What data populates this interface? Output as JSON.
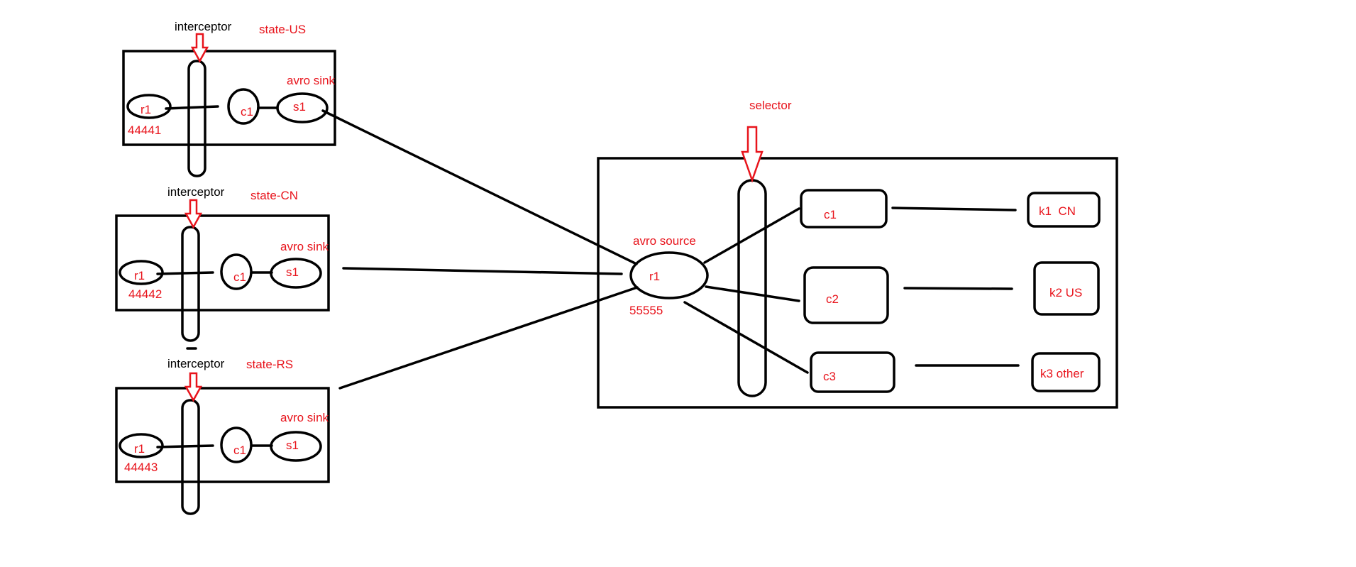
{
  "agents": [
    {
      "interceptor": "interceptor",
      "state": "state-US",
      "sink_label": "avro sink",
      "source": "r1",
      "port": "44441",
      "channel": "c1",
      "sink": "s1"
    },
    {
      "interceptor": "interceptor",
      "state": "state-CN",
      "sink_label": "avro sink",
      "source": "r1",
      "port": "44442",
      "channel": "c1",
      "sink": "s1"
    },
    {
      "interceptor": "interceptor",
      "state": "state-RS",
      "sink_label": "avro sink",
      "source": "r1",
      "port": "44443",
      "channel": "c1",
      "sink": "s1"
    }
  ],
  "collector": {
    "selector": "selector",
    "source_label": "avro source",
    "source": "r1",
    "port": "55555",
    "channels": [
      "c1",
      "c2",
      "c3"
    ],
    "sinks": [
      "k1  CN",
      "k2 US",
      "k3 other"
    ]
  },
  "colors": {
    "line": "#000000",
    "label": "#e8141c"
  }
}
